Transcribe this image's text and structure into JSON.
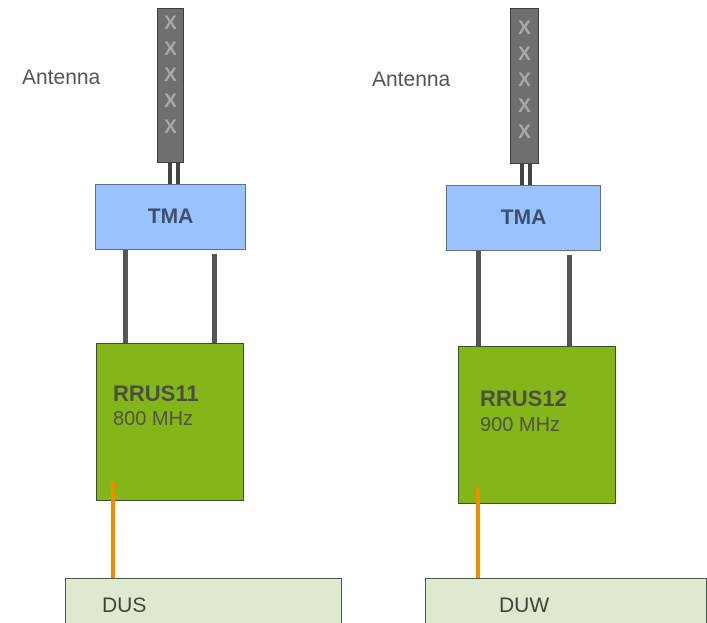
{
  "left_chain": {
    "antenna_label": "Antenna",
    "antenna_marks": [
      "X",
      "X",
      "X",
      "X",
      "X"
    ],
    "tma_label": "TMA",
    "rrus_name": "RRUS11",
    "rrus_freq": "800 MHz",
    "du_label": "DUS"
  },
  "right_chain": {
    "antenna_label": "Antenna",
    "antenna_marks": [
      "X",
      "X",
      "X",
      "X",
      "X"
    ],
    "tma_label": "TMA",
    "rrus_name": "RRUS12",
    "rrus_freq": "900 MHz",
    "du_label": "DUW"
  },
  "colors": {
    "antenna": "#6f6f6f",
    "tma": "#99c2ff",
    "rrus": "#84b519",
    "fiber": "#f08c00",
    "digital_unit": "#dfe9d0"
  }
}
